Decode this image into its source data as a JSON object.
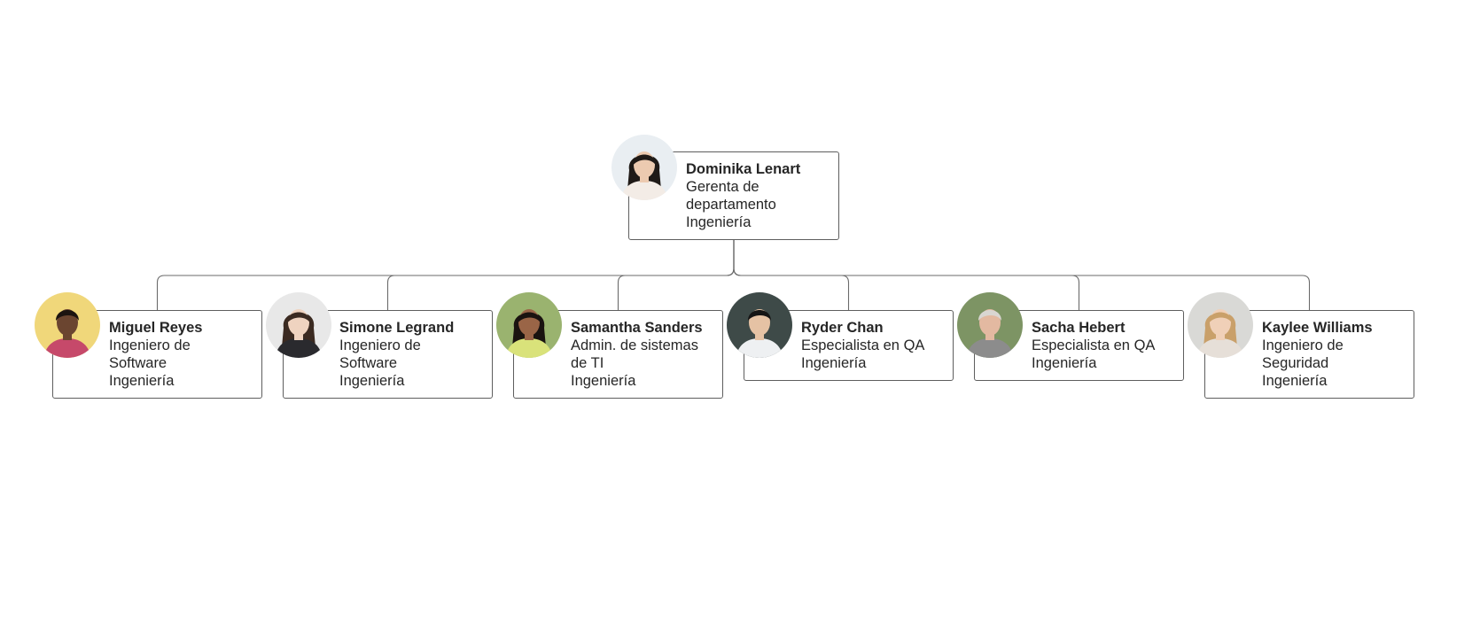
{
  "manager": {
    "name": "Dominika Lenart",
    "title_lines": [
      "Gerenta de",
      "departamento"
    ],
    "department": "Ingeniería",
    "avatar": {
      "icon": "woman-portrait-photo",
      "bg": "#e9eef2",
      "skin": "#eccab0",
      "hair": "#1f1a17",
      "shirt": "#f3ece6"
    }
  },
  "reports": [
    {
      "name": "Miguel Reyes",
      "title_lines": [
        "Ingeniero de",
        "Software"
      ],
      "department": "Ingeniería",
      "avatar": {
        "icon": "man-portrait-photo",
        "bg": "#f0d77a",
        "skin": "#6b4530",
        "hair": "#1c1410",
        "shirt": "#c6496a"
      }
    },
    {
      "name": "Simone Legrand",
      "title_lines": [
        "Ingeniero de",
        "Software"
      ],
      "department": "Ingeniería",
      "avatar": {
        "icon": "woman-portrait-photo",
        "bg": "#e8e8e8",
        "skin": "#efd3c0",
        "hair": "#3b2a21",
        "shirt": "#2a2a2e"
      }
    },
    {
      "name": "Samantha Sanders",
      "title_lines": [
        "Admin. de sistemas",
        "de TI"
      ],
      "department": "Ingeniería",
      "avatar": {
        "icon": "woman-portrait-photo",
        "bg": "#9ab36f",
        "skin": "#9a6547",
        "hair": "#1a1310",
        "shirt": "#d9e27a"
      }
    },
    {
      "name": "Ryder Chan",
      "title_lines": [
        "Especialista en QA"
      ],
      "department": "Ingeniería",
      "avatar": {
        "icon": "man-portrait-photo",
        "bg": "#3e4a48",
        "skin": "#e5c2a4",
        "hair": "#151515",
        "shirt": "#eef0f2"
      }
    },
    {
      "name": "Sacha Hebert",
      "title_lines": [
        "Especialista en QA"
      ],
      "department": "Ingeniería",
      "avatar": {
        "icon": "man-portrait-photo",
        "bg": "#7d9464",
        "skin": "#e3b9a1",
        "hair": "#d9d6d2",
        "shirt": "#8c8c8c"
      }
    },
    {
      "name": "Kaylee Williams",
      "title_lines": [
        "Ingeniero de",
        "Seguridad"
      ],
      "department": "Ingeniería",
      "avatar": {
        "icon": "woman-portrait-photo",
        "bg": "#d9d9d6",
        "skin": "#f0d0b8",
        "hair": "#c9a06a",
        "shirt": "#e6dfd8"
      }
    }
  ]
}
